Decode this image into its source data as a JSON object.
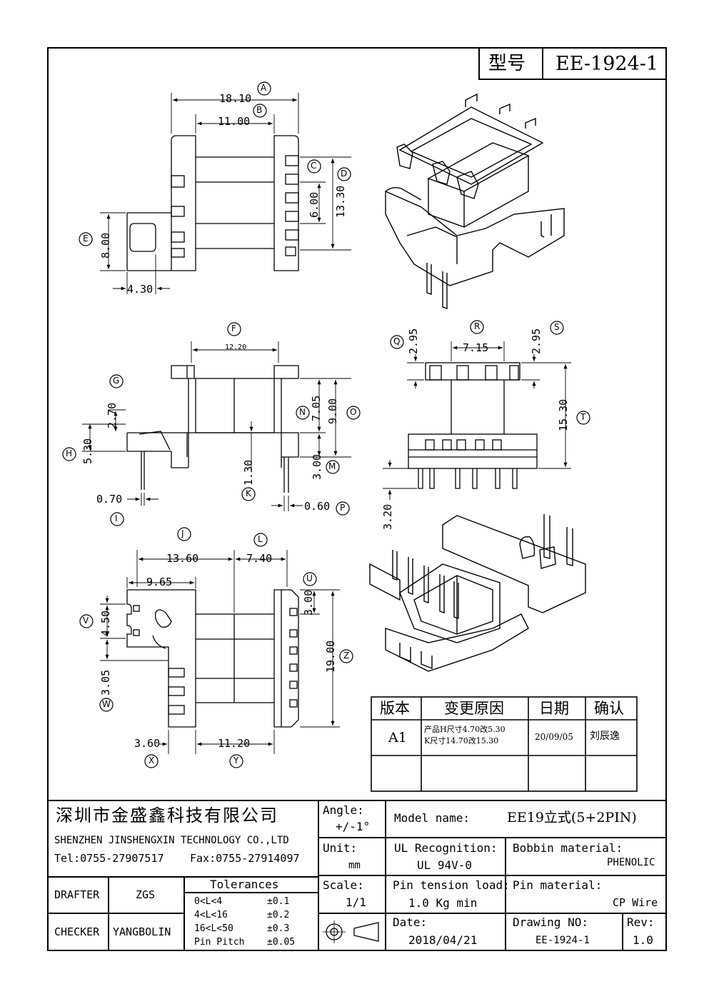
{
  "header": {
    "model_label": "型号",
    "model_value": "EE-1924-1"
  },
  "dims": {
    "A": "18.10",
    "B": "11.00",
    "C": "6.00",
    "D": "13.30",
    "E": "8.00",
    "E2": "4.30",
    "F": "12.20",
    "G": "2.70",
    "H": "5.30",
    "N": "7.05",
    "O": "9.00",
    "K": "1.30",
    "M": "3.00",
    "I": "0.70",
    "P": "0.60",
    "Q": "2.95",
    "R": "7.15",
    "S": "2.95",
    "T": "15.30",
    "bottom_pin": "3.20",
    "J": "13.60",
    "L": "7.40",
    "J2": "9.65",
    "U": "3.00",
    "V": "4.50",
    "W": "3.05",
    "Z": "19.00",
    "X": "3.60",
    "Y": "11.20"
  },
  "labels": [
    "A",
    "B",
    "C",
    "D",
    "E",
    "F",
    "G",
    "H",
    "I",
    "J",
    "K",
    "L",
    "M",
    "N",
    "O",
    "P",
    "Q",
    "R",
    "S",
    "T",
    "U",
    "V",
    "W",
    "X",
    "Y",
    "Z"
  ],
  "revision_table": {
    "headers": [
      "版本",
      "变更原因",
      "日期",
      "确认"
    ],
    "rows": [
      {
        "version": "A1",
        "reason_line1": "产品H尺寸4.70改5.30",
        "reason_line2": "K尺寸14.70改15.30",
        "date": "20/09/05",
        "confirm": "刘辰逸"
      }
    ]
  },
  "title_block": {
    "company_cn": "深圳市金盛鑫科技有限公司",
    "company_en": "SHENZHEN JINSHENGXIN TECHNOLOGY CO.,LTD",
    "tel": "Tel:0755-27907517",
    "fax": "Fax:0755-27914097",
    "angle_label": "Angle:",
    "angle_value": "+/-1°",
    "unit_label": "Unit:",
    "unit_value": "mm",
    "scale_label": "Scale:",
    "scale_value": "1/1",
    "model_name_label": "Model name:",
    "model_name_value": "EE19立式(5+2PIN)",
    "ul_label": "UL Recognition:",
    "ul_value": "UL 94V-0",
    "bobbin_label": "Bobbin material:",
    "bobbin_value": "PHENOLIC",
    "pin_tension_label": "Pin tension load:",
    "pin_tension_value": "1.0 Kg min",
    "pin_material_label": "Pin material:",
    "pin_material_value": "CP Wire",
    "date_label": "Date:",
    "date_value": "2018/04/21",
    "drawing_no_label": "Drawing NO:",
    "drawing_no_value": "EE-1924-1",
    "rev_label": "Rev:",
    "rev_value": "1.0",
    "drafter_label": "DRAFTER",
    "drafter_value": "ZGS",
    "checker_label": "CHECKER",
    "checker_value": "YANGBOLIN",
    "tolerances_label": "Tolerances",
    "tolerances": [
      {
        "range": "0<L<4",
        "value": "±0.1"
      },
      {
        "range": "4<L<16",
        "value": "±0.2"
      },
      {
        "range": "16<L<50",
        "value": "±0.3"
      },
      {
        "range": "Pin Pitch",
        "value": "±0.05"
      }
    ]
  }
}
